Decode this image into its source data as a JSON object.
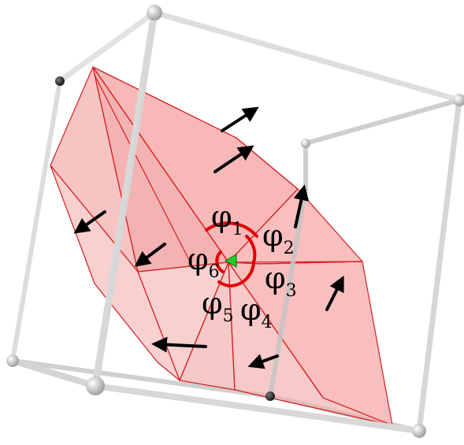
{
  "figure": {
    "colors": {
      "background": "#ffffff",
      "cube_edge": "#d9d9d9",
      "cube_edge_dark": "#9a9a9a",
      "surface_fill": "#f4a0a0",
      "surface_edge": "#d62020",
      "arrow": "#000000",
      "angle_arc": "#e00000",
      "vertex_marker": "#22cc22"
    },
    "angle_labels": [
      {
        "symbol": "φ",
        "subscript": "1"
      },
      {
        "symbol": "φ",
        "subscript": "2"
      },
      {
        "symbol": "φ",
        "subscript": "3"
      },
      {
        "symbol": "φ",
        "subscript": "4"
      },
      {
        "symbol": "φ",
        "subscript": "5"
      },
      {
        "symbol": "φ",
        "subscript": "6"
      }
    ]
  }
}
